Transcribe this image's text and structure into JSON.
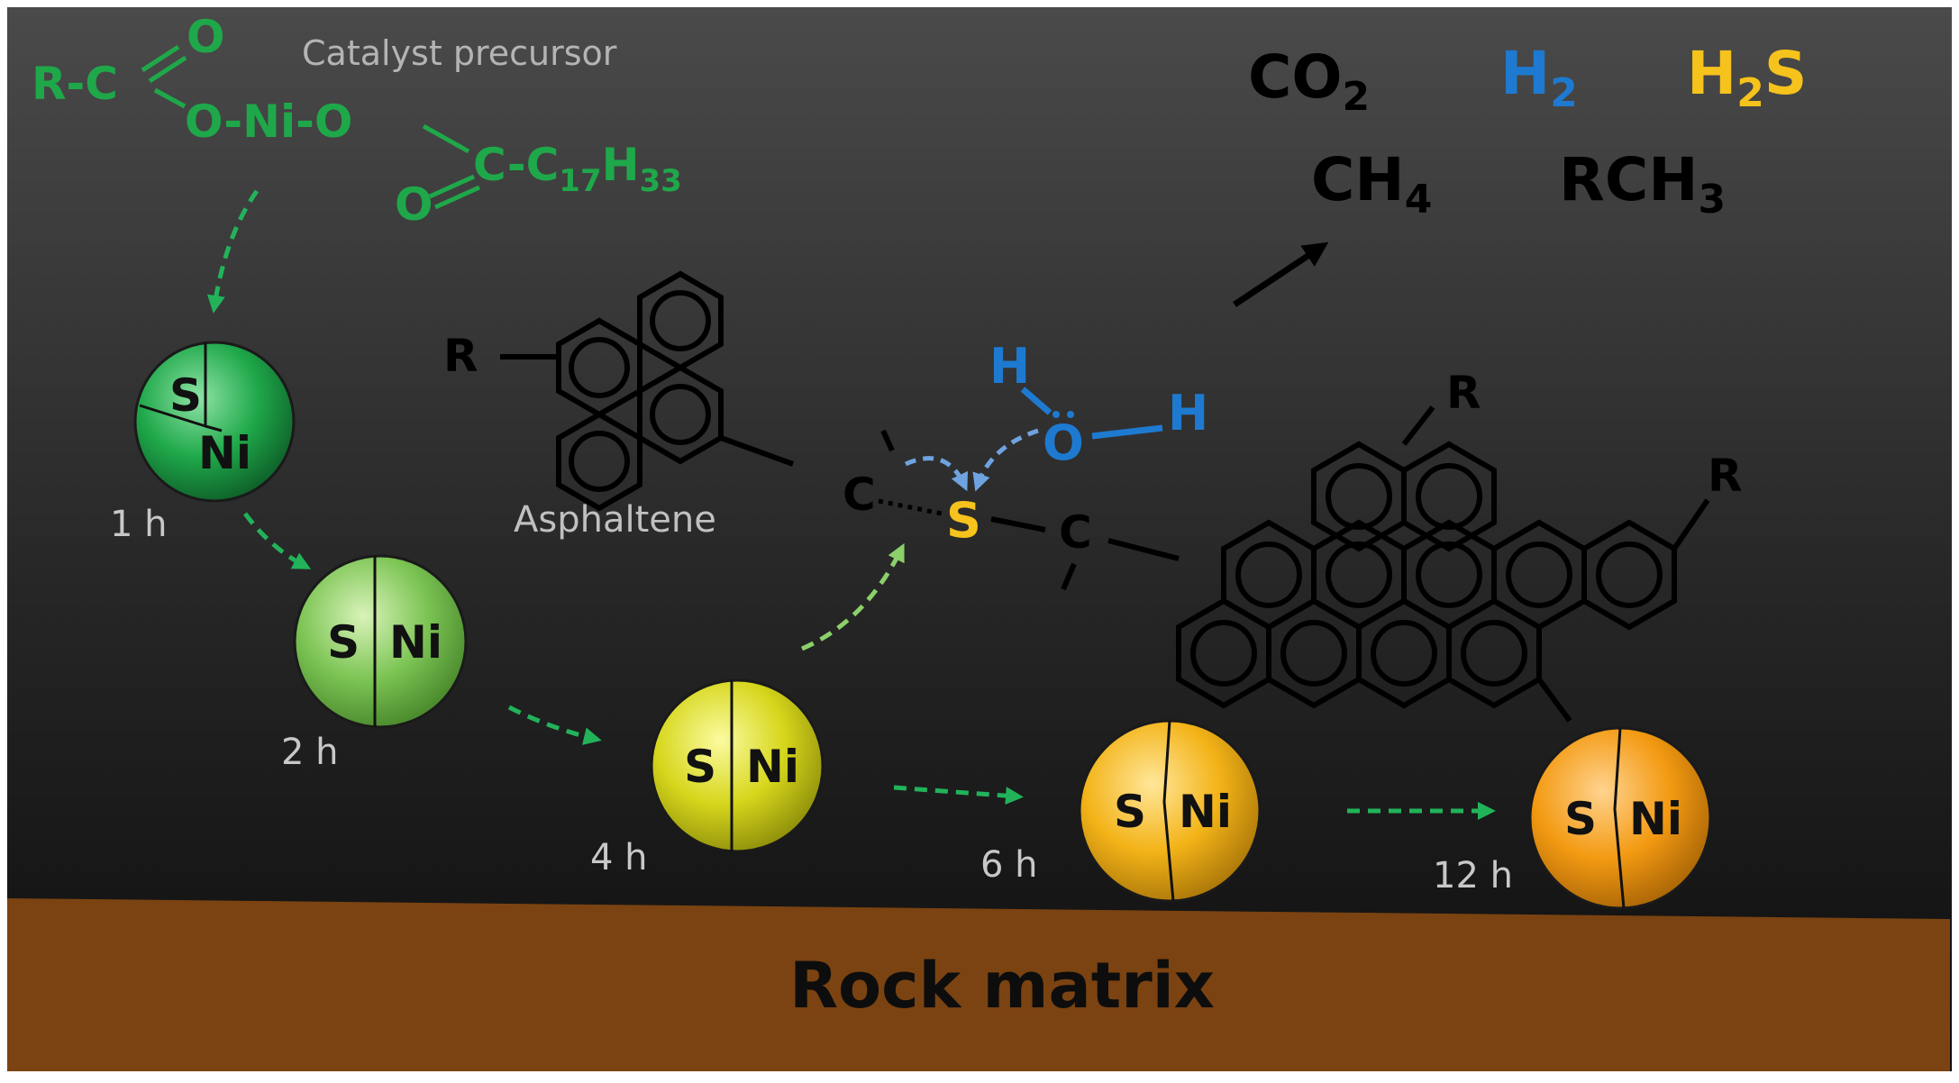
{
  "precursor": {
    "caption": "Catalyst precursor",
    "formula": {
      "r_carbonyl": "R-C",
      "o_top": "O",
      "nickel_chain": "O-Ni-O",
      "o_bottom": "O",
      "alkyl_c": "C-C",
      "alkyl_c_sub": "17",
      "alkyl_h": "H",
      "alkyl_h_sub": "33"
    }
  },
  "particles": [
    {
      "s": "S",
      "ni": "Ni",
      "time": "1 h",
      "color": "#1fa84a"
    },
    {
      "s": "S",
      "ni": "Ni",
      "time": "2 h",
      "color": "#7cc454"
    },
    {
      "s": "S",
      "ni": "Ni",
      "time": "4 h",
      "color": "#d6d61c"
    },
    {
      "s": "S",
      "ni": "Ni",
      "time": "6 h",
      "color": "#f3b318"
    },
    {
      "s": "S",
      "ni": "Ni",
      "time": "12 h",
      "color": "#f39a12"
    }
  ],
  "molecule": {
    "asphaltene_label": "Asphaltene",
    "r_left": "R",
    "r_top": "R",
    "r_right": "R",
    "carbon_left": "C",
    "carbon_right": "C",
    "sulfur": "S",
    "water_h1": "H",
    "water_o": "O",
    "water_h2": "H"
  },
  "products": {
    "co2": {
      "base": "CO",
      "sub": "2"
    },
    "h2": {
      "base": "H",
      "sub": "2"
    },
    "h2s": {
      "base": "H",
      "sub": "2",
      "tail": "S"
    },
    "ch4": {
      "base": "CH",
      "sub": "4"
    },
    "rch3": {
      "base": "RCH",
      "sub": "3"
    }
  },
  "rock_label": "Rock matrix",
  "colors": {
    "precursor_green": "#1fa84a",
    "arrow_green": "#22b35a",
    "arrow_light_green": "#8bd06a",
    "water_blue": "#1e7ad0",
    "sulfur_yellow": "#f6c21c",
    "rock_brown": "#7b4311",
    "background_top": "#4a4a4a",
    "background_bottom": "#0d0d0d"
  }
}
